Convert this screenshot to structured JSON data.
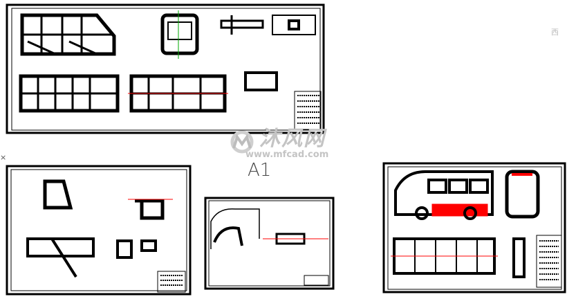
{
  "watermark": {
    "name": "沐风网",
    "url": "www.mfcad.com"
  },
  "sheet_label": "A1",
  "side_glyph": "西",
  "cursor_mark": "×",
  "colors": {
    "line": "#000000",
    "highlight": "#ff0000",
    "watermark": "#c4c4c4"
  }
}
